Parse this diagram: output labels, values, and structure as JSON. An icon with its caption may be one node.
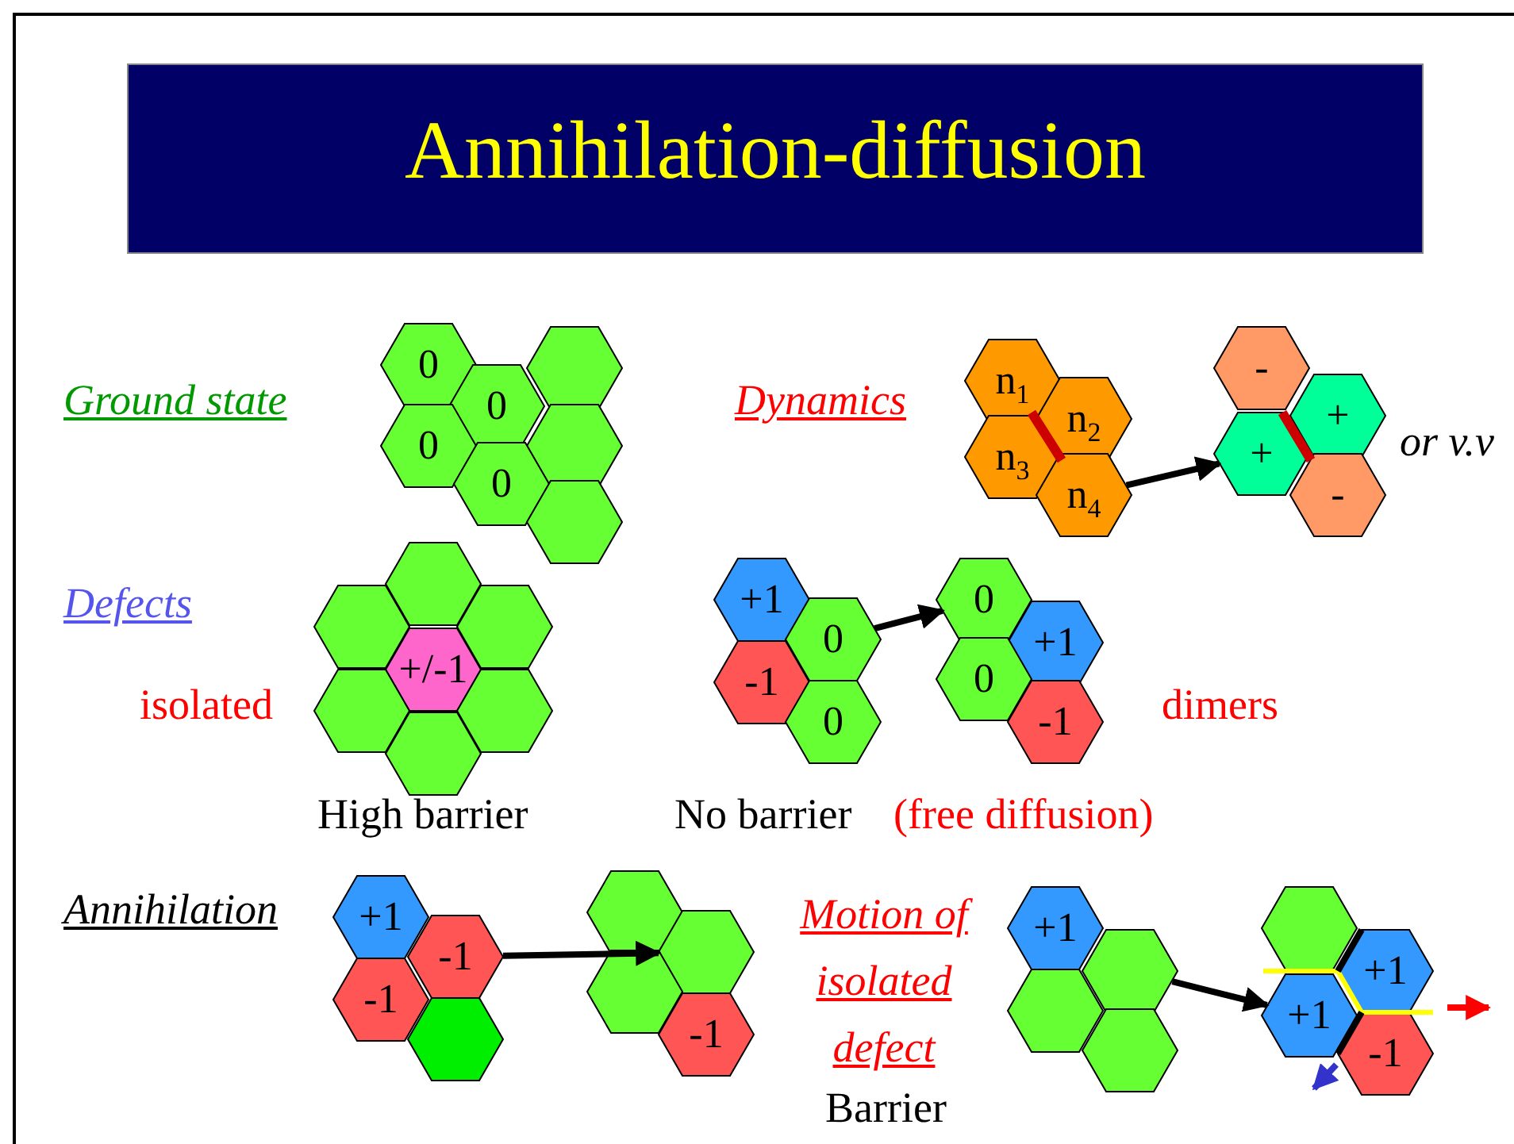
{
  "diagram": {
    "title": "Annihilation-diffusion",
    "nodes": [
      {
        "text": [
          "0"
        ]
      },
      {
        "text": [],
        "shape": "hexagon"
      },
      {
        "text": [
          "0"
        ]
      },
      {
        "text": [
          "0"
        ]
      },
      {
        "text": [],
        "shape": "hexagon"
      },
      {
        "text": [
          "0"
        ]
      },
      {
        "text": [],
        "shape": "hexagon"
      },
      {
        "text": [
          "n$_{1}$"
        ]
      },
      {
        "text": [
          "n$_{2}$"
        ]
      },
      {
        "text": [
          "n$_{3}$"
        ]
      },
      {
        "text": [
          "n$_{4}$"
        ]
      },
      {
        "text": [
          "-"
        ]
      },
      {
        "text": [
          "+"
        ]
      },
      {
        "text": [
          "+"
        ]
      },
      {
        "text": [
          "-"
        ]
      },
      {
        "text": [],
        "shape": "hexagon"
      },
      {
        "text": [],
        "shape": "hexagon"
      },
      {
        "text": [],
        "shape": "hexagon"
      },
      {
        "text": [
          "+/-1"
        ]
      },
      {
        "text": [],
        "shape": "hexagon"
      },
      {
        "text": [],
        "shape": "hexagon"
      },
      {
        "text": [],
        "shape": "hexagon"
      },
      {
        "text": [
          "+1"
        ]
      },
      {
        "text": [
          "0"
        ]
      },
      {
        "text": [
          "-1"
        ]
      },
      {
        "text": [
          "0"
        ]
      },
      {
        "text": [
          "0"
        ]
      },
      {
        "text": [
          "+1"
        ]
      },
      {
        "text": [
          "0"
        ]
      },
      {
        "text": [
          "-1"
        ]
      },
      {
        "text": [
          "+1"
        ]
      },
      {
        "text": [
          "-1"
        ]
      },
      {
        "text": [
          "-1"
        ]
      },
      {
        "text": [],
        "shape": "hexagon"
      },
      {
        "text": [],
        "shape": "hexagon"
      },
      {
        "text": [],
        "shape": "hexagon"
      },
      {
        "text": [],
        "shape": "hexagon"
      },
      {
        "text": [
          "-1"
        ]
      },
      {
        "text": [
          "+1"
        ]
      },
      {
        "text": [],
        "shape": "hexagon"
      },
      {
        "text": [],
        "shape": "hexagon"
      },
      {
        "text": [],
        "shape": "hexagon"
      },
      {
        "text": [],
        "shape": "hexagon"
      },
      {
        "text": [
          "+1"
        ]
      },
      {
        "text": [
          "+1"
        ]
      },
      {
        "text": [
          "-1"
        ]
      }
    ],
    "edges": [
      {
        "from": 10,
        "to": 13,
        "arrow": "to"
      },
      {
        "from": 23,
        "to": 26,
        "arrow": "to"
      },
      {
        "from": 31,
        "to": 35,
        "arrow": "to"
      },
      {
        "from": 39,
        "to": 44,
        "arrow": "to"
      }
    ],
    "labels": [
      "Ground state",
      "Dynamics",
      "or v.v",
      "Defects",
      "isolated",
      "dimers",
      "High barrier",
      "No barrier",
      "(free diffusion)",
      "Annihilation",
      "Motion of isolated defect",
      "Barrier"
    ]
  }
}
